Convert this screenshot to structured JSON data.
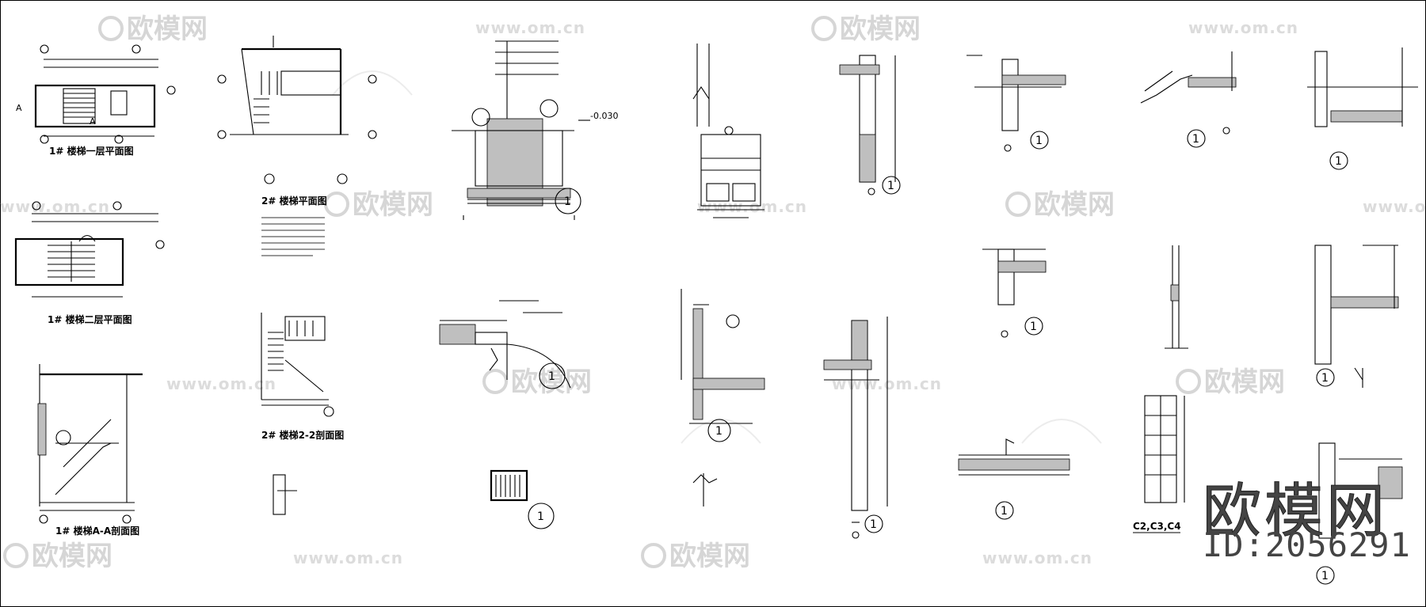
{
  "watermark": {
    "brand_cn": "欧模网",
    "url": "www.om.cn"
  },
  "titles": {
    "t1": "1# 楼梯一层平面图",
    "t2": "1# 楼梯二层平面图",
    "t3": "1# 楼梯A-A剖面图",
    "t4": "2# 楼梯平面图",
    "t5": "2# 楼梯2-2剖面图",
    "t6": "C2,C3,C4"
  },
  "callouts": {
    "marker": "1",
    "axis_a": "A",
    "elevation": "-0.030"
  },
  "stamp": {
    "brand": "欧模网",
    "id_text": "ID:2056291"
  },
  "colors": {
    "line": "#000000",
    "watermark": "#d6d6d6",
    "stamp": "#444444"
  }
}
